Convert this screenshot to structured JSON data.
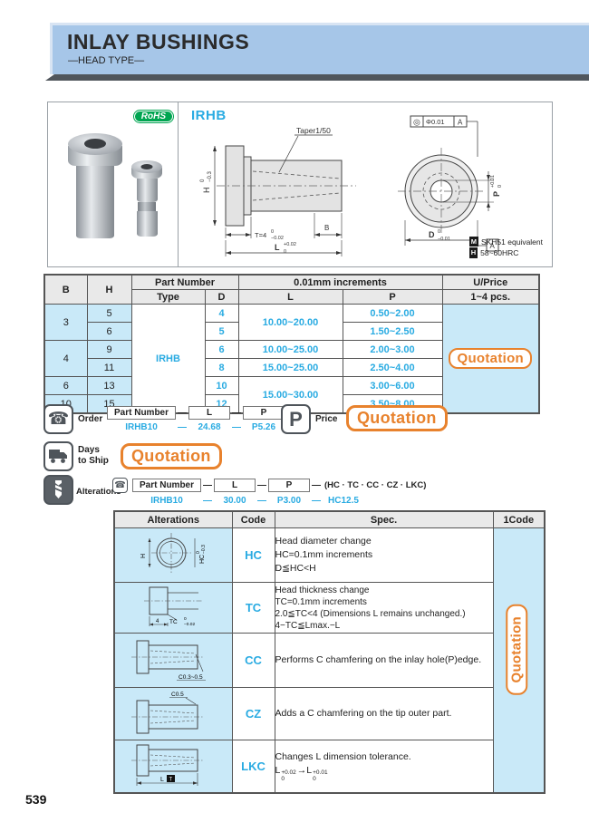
{
  "colors": {
    "banner_blue": "#a6c6e8",
    "cell_blue": "#c9e9f8",
    "accent_cyan": "#29abe2",
    "accent_orange": "#e8822d",
    "rohs_green": "#00a551"
  },
  "page_number": "539",
  "header": {
    "title": "INLAY BUSHINGS",
    "subtitle": "—HEAD TYPE—"
  },
  "overview": {
    "rohs": "RoHS",
    "series": "IRHB",
    "side_view": {
      "taper": "Taper1/50",
      "h": "H",
      "h_tol_u": "0",
      "h_tol_l": "−0.3",
      "t": "T=4",
      "t_tol_u": "0",
      "t_tol_l": "−0.02",
      "b": "B",
      "l": "L",
      "l_tol_u": "+0.02",
      "l_tol_l": "0"
    },
    "front_view": {
      "gdt_sym": "◎",
      "gdt_val": "Φ0.01",
      "gdt_datum": "A",
      "p": "P",
      "p_tol_u": "+0.01",
      "p_tol_l": "0",
      "d": "D",
      "d_tol_u": "0",
      "d_tol_l": "−0.01",
      "datum_flag": "A"
    },
    "notes": [
      {
        "tag": "M",
        "text": "SKH51 equivalent"
      },
      {
        "tag": "H",
        "text": "58~60HRC"
      }
    ]
  },
  "main_table": {
    "col_b": "B",
    "col_h": "H",
    "col_part_number": "Part Number",
    "col_type": "Type",
    "col_d": "D",
    "col_increments": "0.01mm increments",
    "col_l": "L",
    "col_p": "P",
    "col_uprice": "U/Price",
    "col_pcs": "1~4 pcs.",
    "type_value": "IRHB",
    "quotation": "Quotation",
    "rows": [
      {
        "b": "3",
        "h": "5",
        "d": "4",
        "l": "10.00~20.00",
        "p": "0.50~2.00"
      },
      {
        "h": "6",
        "d": "5",
        "p": "1.50~2.50"
      },
      {
        "b": "4",
        "h": "9",
        "d": "6",
        "l": "10.00~25.00",
        "p": "2.00~3.00"
      },
      {
        "h": "11",
        "d": "8",
        "l": "15.00~25.00",
        "p": "2.50~4.00"
      },
      {
        "b": "6",
        "h": "13",
        "d": "10",
        "l": "15.00~30.00",
        "p": "3.00~6.00"
      },
      {
        "b": "10",
        "h": "15",
        "d": "12",
        "p": "3.50~8.00"
      }
    ]
  },
  "order": {
    "label": "Order",
    "box_part": "Part Number",
    "box_l": "L",
    "box_p": "P",
    "dash": "—",
    "example_part": "IRHB10",
    "example_l": "24.68",
    "example_p": "P5.26"
  },
  "price": {
    "label": "Price",
    "icon": "P",
    "quotation": "Quotation"
  },
  "days_to_ship": {
    "label1": "Days",
    "label2": "to Ship",
    "quotation": "Quotation"
  },
  "alterations": {
    "label": "Alterations",
    "box_part": "Part Number",
    "box_l": "L",
    "box_p": "P",
    "dash": "—",
    "codes_suffix": "(HC · TC · CC · CZ · LKC)",
    "example_part": "IRHB10",
    "example_l": "30.00",
    "example_p": "P3.00",
    "example_code": "HC12.5"
  },
  "alt_table": {
    "col_alterations": "Alterations",
    "col_code": "Code",
    "col_spec": "Spec.",
    "col_1code": "1Code",
    "quotation": "Quotation",
    "rows": [
      {
        "code": "HC",
        "spec": [
          "Head diameter change",
          "HC=0.1mm increments",
          "D≦HC<H"
        ]
      },
      {
        "code": "TC",
        "spec": [
          "Head thickness change",
          "TC=0.1mm increments",
          "2.0≦TC<4 (Dimensions L remains unchanged.)",
          "4−TC≦Lmax.−L"
        ]
      },
      {
        "code": "CC",
        "spec": [
          "Performs C chamfering on the inlay hole(P)edge."
        ]
      },
      {
        "code": "CZ",
        "spec": [
          "Adds a C chamfering on the tip outer part."
        ]
      },
      {
        "code": "LKC",
        "spec": [
          "Changes L dimension tolerance."
        ]
      }
    ],
    "drawings": {
      "hc": {
        "h": "H",
        "hc": "HC",
        "tol_u": "0",
        "tol_l": "−0.3"
      },
      "tc": {
        "tc": "TC",
        "tol_u": "0",
        "tol_l": "−0.02",
        "dim": "4"
      },
      "cc": {
        "chamfer": "C0.3~0.5"
      },
      "cz": {
        "chamfer": "C0.5"
      },
      "lkc": {
        "l": "L",
        "t": "T",
        "tol": {
          "l1": "L",
          "u1": "+0.02",
          "d1": "0",
          "arrow": "→",
          "l2": "L",
          "u2": "+0.01",
          "d2": "0"
        }
      }
    }
  }
}
